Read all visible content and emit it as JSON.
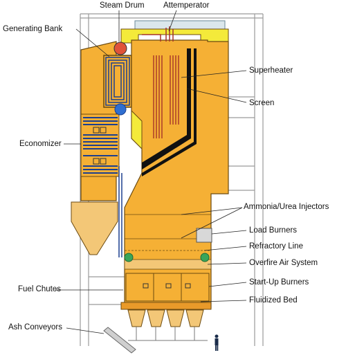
{
  "labels": {
    "steam_drum": "Steam Drum",
    "attemperator": "Attemperator",
    "generating_bank": "Generating Bank",
    "superheater": "Superheater",
    "screen": "Screen",
    "economizer": "Economizer",
    "ammonia_urea_injectors": "Ammonia/Urea Injectors",
    "load_burners": "Load Burners",
    "refractory_line": "Refractory Line",
    "overfire_air_system": "Overfire Air System",
    "fuel_chutes": "Fuel Chutes",
    "start_up_burners": "Start-Up Burners",
    "fluidized_bed": "Fluidized Bed",
    "ash_conveyors": "Ash Conveyors"
  },
  "colors": {
    "boiler_body": "#f5b035",
    "boiler_outline": "#6b4a10",
    "water_wall": "#1c3f8f",
    "drum": "#e0533a",
    "superheater_coil": "#a5322a",
    "steel_frame": "#9a9a9a",
    "duct_yellow": "#f4ea3a",
    "hopper": "#f3c777",
    "green_port": "#3aa55a"
  }
}
